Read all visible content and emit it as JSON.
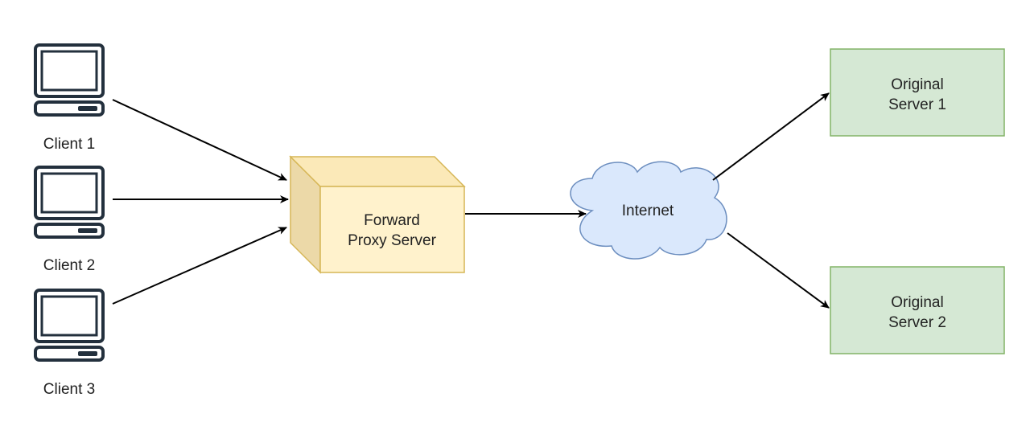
{
  "clients": [
    {
      "label": "Client 1",
      "icon": "desktop-computer-icon"
    },
    {
      "label": "Client 2",
      "icon": "desktop-computer-icon"
    },
    {
      "label": "Client 3",
      "icon": "desktop-computer-icon"
    }
  ],
  "proxy": {
    "line1": "Forward",
    "line2": "Proxy Server",
    "shape": "cube",
    "fill": "#fff2cc",
    "fill_side": "#ecd9a8",
    "stroke": "#d6b656"
  },
  "internet": {
    "label": "Internet",
    "shape": "cloud",
    "fill": "#dae8fc",
    "stroke": "#6c8ebf"
  },
  "servers": [
    {
      "line1": "Original",
      "line2": "Server 1"
    },
    {
      "line1": "Original",
      "line2": "Server 2"
    }
  ],
  "colors": {
    "server_fill": "#d5e8d4",
    "server_stroke": "#82b366",
    "arrow": "#000000",
    "icon": "#23303d"
  }
}
